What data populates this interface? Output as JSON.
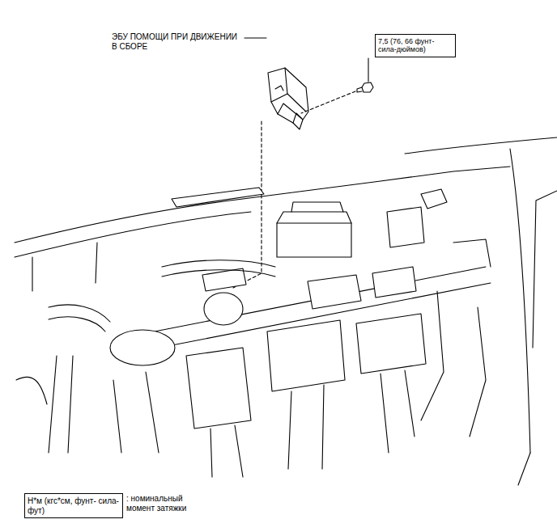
{
  "diagram": {
    "nodes": [
      {
        "text": [
          "7,5 (76, 66 фунт- сила-дюймов)"
        ]
      },
      {
        "text": [
          "Н*м (кгс*см, фунт- сила-фут)"
        ]
      }
    ],
    "labels": [
      "ЭБУ ПОМОЩИ ПРИ ДВИЖЕНИИ В СБОРЕ"
    ],
    "legend": [
      {
        "text": ": номинальный момент затяжки"
      }
    ]
  }
}
